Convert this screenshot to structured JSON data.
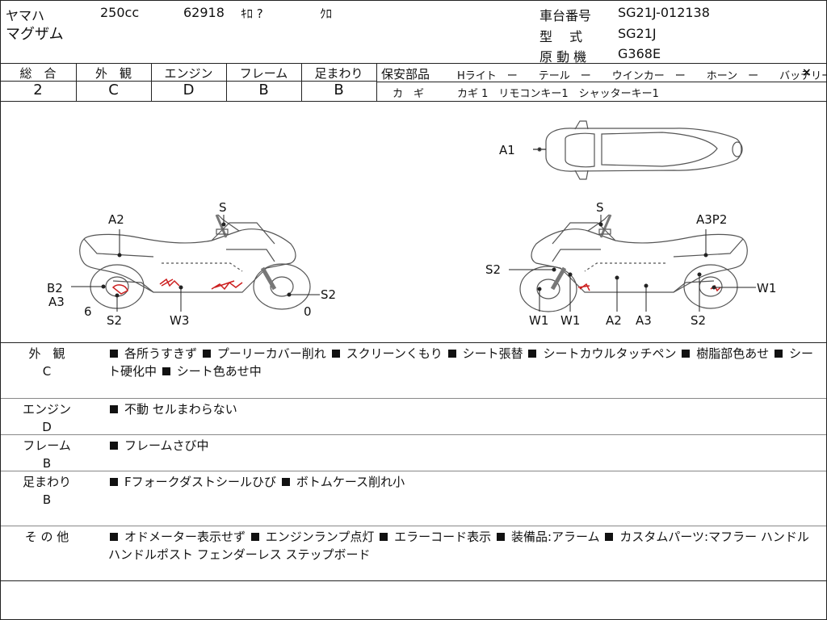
{
  "header": {
    "maker": "ヤマハ",
    "displacement": "250cc",
    "mileage": "62918",
    "mileage_unit": "ｷﾛ ?",
    "color": "ｸﾛ",
    "model_name": "マグザム",
    "frame_no_label": "車台番号",
    "frame_no": "SG21J-012138",
    "type_label": "型　 式",
    "type_value": "SG21J",
    "engine_label": "原 動 機",
    "engine_value": "G368E"
  },
  "grades": {
    "headers": [
      "総　合",
      "外　観",
      "エンジン",
      "フレーム",
      "足まわり"
    ],
    "values": [
      "2",
      "C",
      "D",
      "B",
      "B"
    ]
  },
  "safety": {
    "label": "保安部品",
    "items": "Hライト　ー　　テール　ー　　ウインカー　ー　　ホーン　ー　　バッテリー",
    "battery_mark": "×",
    "key_label": "カ　ギ",
    "key_items": "カギ 1　リモコンキー1　シャッターキー1"
  },
  "diagram": {
    "top_labels": [
      "A1"
    ],
    "left_labels": [
      "A2",
      "S",
      "B2",
      "A3",
      "6",
      "S2",
      "W3",
      "0",
      "S2"
    ],
    "right_labels": [
      "S",
      "A3P2",
      "S2",
      "W1",
      "W1",
      "W1",
      "A2",
      "A3",
      "S2"
    ]
  },
  "remarks": [
    {
      "label": "外　観",
      "grade": "C",
      "items": [
        "各所うすきず",
        "プーリーカバー削れ",
        "スクリーンくもり",
        "シート張替",
        "シートカウルタッチペン",
        "樹脂部色あせ",
        "シート硬化中",
        "シート色あせ中"
      ]
    },
    {
      "label": "エンジン",
      "grade": "D",
      "items": [
        "不動 セルまわらない"
      ]
    },
    {
      "label": "フレーム",
      "grade": "B",
      "items": [
        "フレームさび中"
      ]
    },
    {
      "label": "足まわり",
      "grade": "B",
      "items": [
        "Fフォークダストシールひび",
        "ボトムケース削れ小"
      ]
    },
    {
      "label": "そ の 他",
      "grade": "",
      "items": [
        "オドメーター表示せず",
        "エンジンランプ点灯",
        "エラーコード表示",
        "装備品:アラーム",
        "カスタムパーツ:マフラー ハンドル ハンドルポスト フェンダーレス ステップボード"
      ]
    }
  ]
}
